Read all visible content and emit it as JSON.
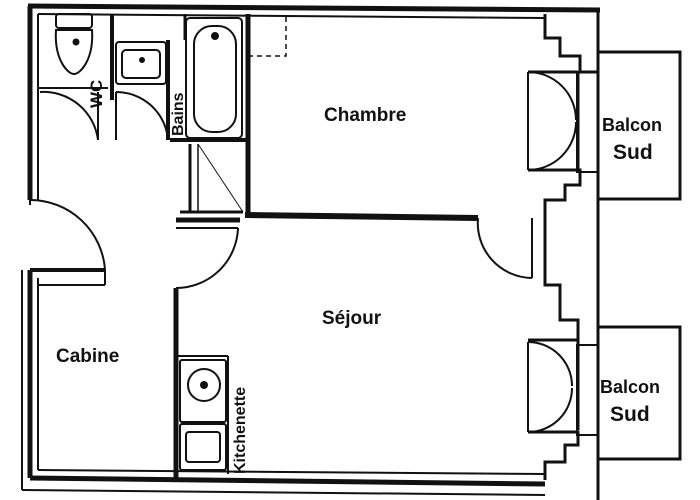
{
  "rooms": {
    "wc": "WC",
    "bains": "Bains",
    "chambre": "Chambre",
    "balcon_1_line1": "Balcon",
    "balcon_1_line2": "Sud",
    "sejour": "Séjour",
    "cabine": "Cabine",
    "kitchenette": "Kitchenette",
    "balcon_2_line1": "Balcon",
    "balcon_2_line2": "Sud"
  }
}
